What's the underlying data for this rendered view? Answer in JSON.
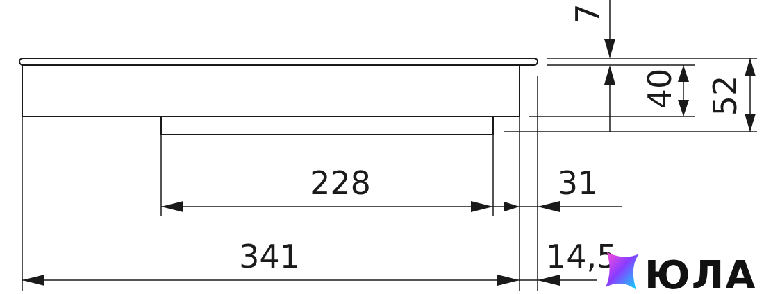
{
  "dimensions": {
    "top_offset": "7",
    "inner_height": "40",
    "total_height": "52",
    "bottom_width": "228",
    "right_offset": "31",
    "overall_width": "341",
    "edge_offset": "14,5"
  },
  "logo": {
    "text": "ЮЛА",
    "colors": [
      "#ff4fd8",
      "#5aa0ff",
      "#00e5ff",
      "#8a3cff"
    ]
  }
}
